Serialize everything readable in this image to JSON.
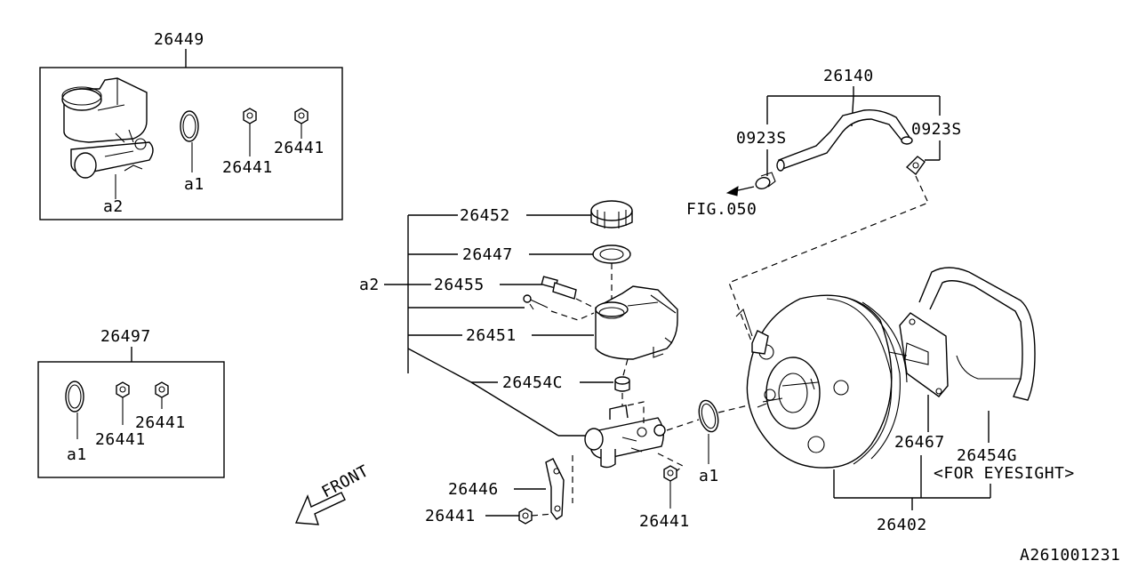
{
  "diagram": {
    "doc_number": "A261001231",
    "front_label": "FRONT",
    "assemblies": {
      "kit_master_cylinder": {
        "part_number": "26449",
        "items": [
          "a2",
          "a1",
          "26441",
          "26441"
        ]
      },
      "kit_repair": {
        "part_number": "26497",
        "items": [
          "a1",
          "26441",
          "26441"
        ]
      }
    },
    "callouts": {
      "reservoir_cap": "26452",
      "cap_seal": "26447",
      "level_switch": "26455",
      "reservoir_tank": "26451",
      "grommet": "26454C",
      "group_a2": "a2",
      "bracket": "26446",
      "bracket_nut": "26441",
      "cylinder_nut": "26441",
      "o_ring": "a1",
      "vacuum_hose": "26140",
      "clamp_left": "0923S",
      "clamp_right": "0923S",
      "fig_ref": "FIG.050",
      "booster_gasket": "26467",
      "booster_bracket": "26454G",
      "eyesight_note": "<FOR EYESIGHT>",
      "booster_assy": "26402"
    }
  }
}
